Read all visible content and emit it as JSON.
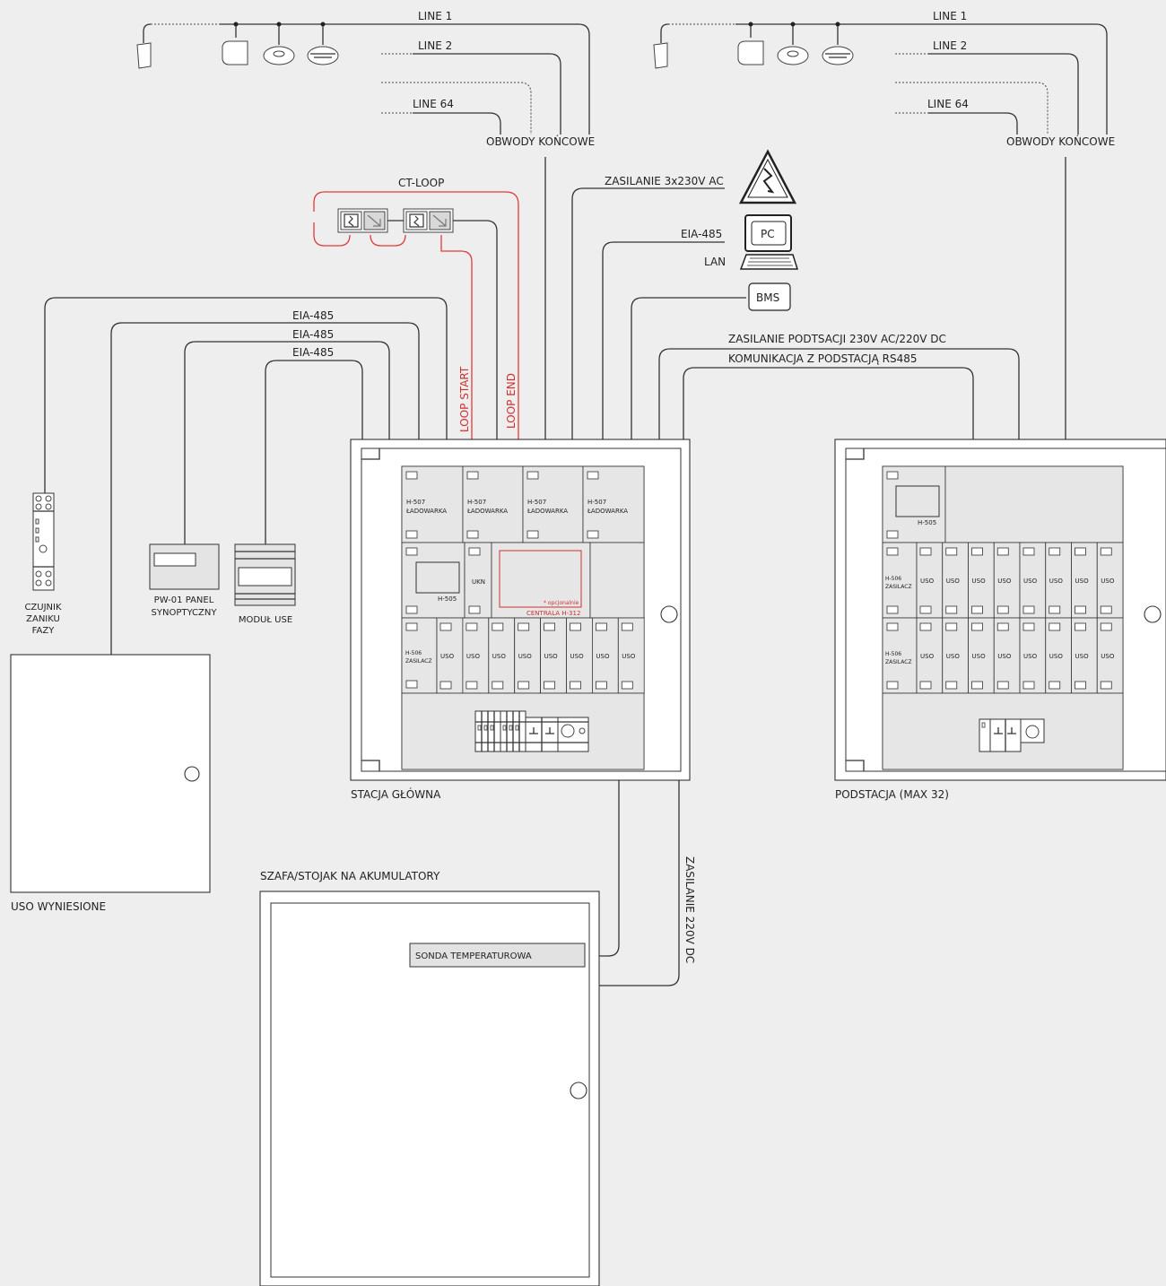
{
  "lines": {
    "left": {
      "line1": "LINE 1",
      "line2": "LINE 2",
      "line64": "LINE 64",
      "circuits": "OBWODY KOŃCOWE"
    },
    "right": {
      "line1": "LINE 1",
      "line2": "LINE 2",
      "line64": "LINE 64",
      "circuits": "OBWODY KOŃCOWE"
    }
  },
  "ct_loop": {
    "title": "CT-LOOP",
    "start": "LOOP START",
    "end": "LOOP END"
  },
  "power": {
    "supply_3x230": "ZASILANIE 3x230V AC",
    "substation_supply": "ZASILANIE PODTSACJI 230V AC/220V DC",
    "substation_comm": "KOMUNIKACJA Z PODSTACJĄ RS485",
    "dc_220": "ZASILANIE 220V DC"
  },
  "network": {
    "eia485": "EIA-485",
    "lan": "LAN",
    "pc": "PC",
    "bms": "BMS"
  },
  "links": {
    "eia485_1": "EIA-485",
    "eia485_2": "EIA-485",
    "eia485_3": "EIA-485"
  },
  "peripherals": {
    "phase_sensor": [
      "CZUJNIK",
      "ZANIKU",
      "FAZY"
    ],
    "panel": [
      "PW-01 PANEL",
      "SYNOPTYCZNY"
    ],
    "use_module": "MODUŁ USE",
    "remote_uso": "USO WYNIESIONE",
    "battery_cabinet": "SZAFA/STOJAK NA AKUMULATORY",
    "temp_probe": "SONDA TEMPERATUROWA"
  },
  "main_station": {
    "label": "STACJA GŁÓWNA",
    "chargers": [
      {
        "model": "H-507",
        "name": "ŁADOWARKA"
      },
      {
        "model": "H-507",
        "name": "ŁADOWARKA"
      },
      {
        "model": "H-507",
        "name": "ŁADOWARKA"
      },
      {
        "model": "H-507",
        "name": "ŁADOWARKA"
      }
    ],
    "h505": "H-505",
    "ukn": "UKN",
    "optional": "* opcjonalnie",
    "central": "CENTRALA H-312",
    "psu": {
      "model": "H-506",
      "name": "ZASILACZ"
    },
    "uso_modules": [
      "USO",
      "USO",
      "USO",
      "USO",
      "USO",
      "USO",
      "USO",
      "USO"
    ]
  },
  "substation": {
    "label": "PODSTACJA (MAX 32)",
    "h505": "H-505",
    "rows": [
      {
        "psu_model": "H-506",
        "psu_name": "ZASILACZ",
        "uso": [
          "USO",
          "USO",
          "USO",
          "USO",
          "USO",
          "USO",
          "USO",
          "USO"
        ]
      },
      {
        "psu_model": "H-506",
        "psu_name": "ZASILACZ",
        "uso": [
          "USO",
          "USO",
          "USO",
          "USO",
          "USO",
          "USO",
          "USO",
          "USO"
        ]
      }
    ]
  },
  "colors": {
    "wire": "#333333",
    "ct_loop": "#e03a3a",
    "background": "#eeeeee",
    "module": "#e6e6e6"
  }
}
